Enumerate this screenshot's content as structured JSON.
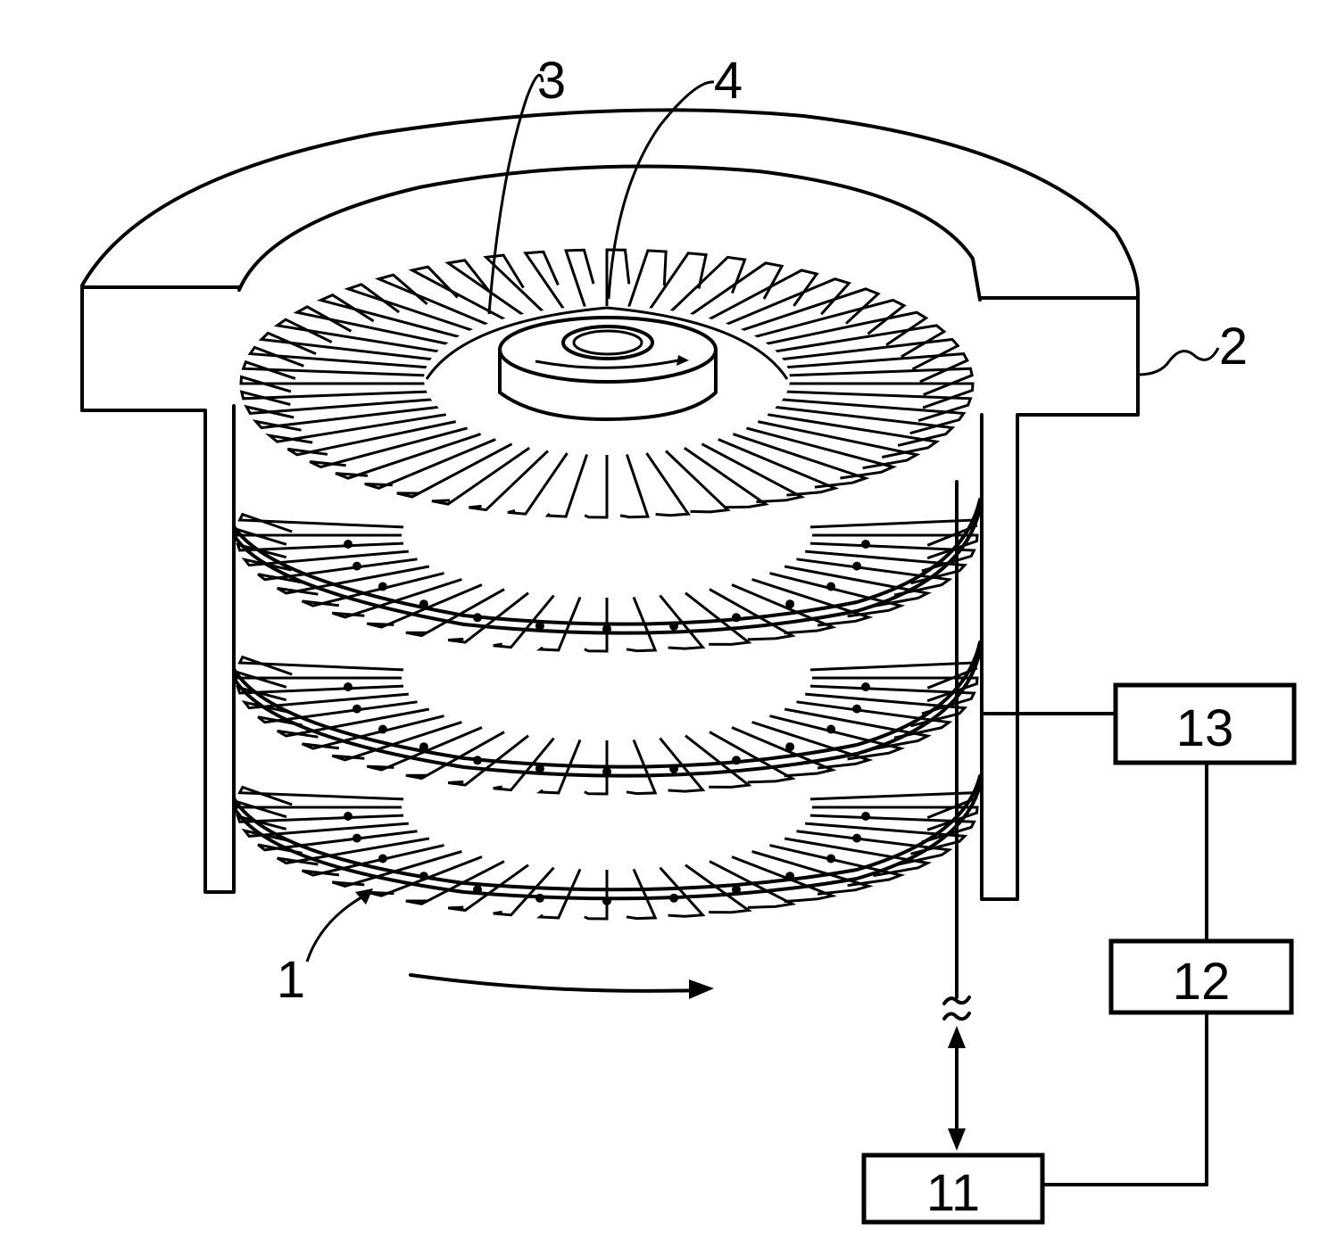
{
  "diagram": {
    "labels": {
      "rotor": "1",
      "housing": "2",
      "disc": "3",
      "hub": "4"
    },
    "blocks": {
      "block_11": "11",
      "block_12": "12",
      "block_13": "13"
    }
  }
}
